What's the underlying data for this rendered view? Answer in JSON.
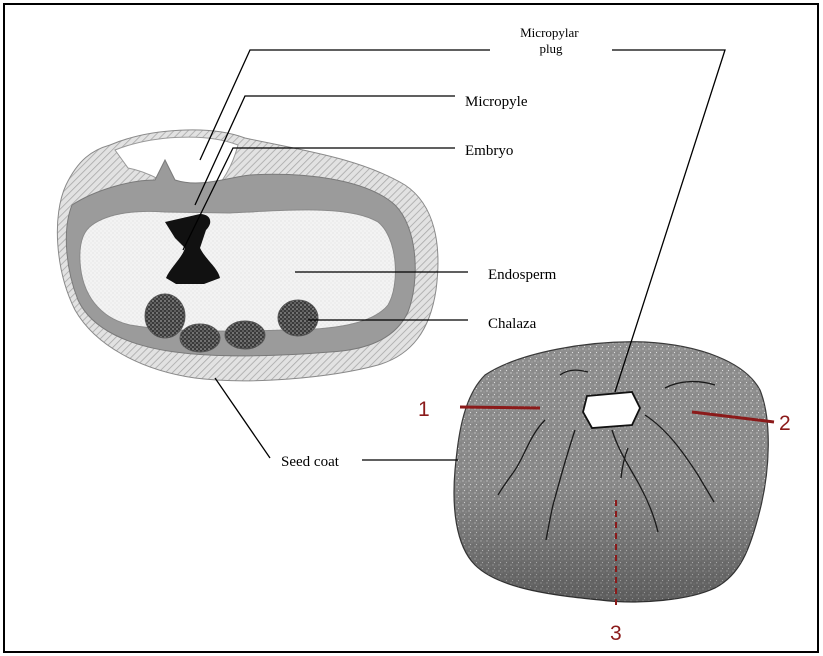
{
  "labels": {
    "micropylar_plug_line1": "Micropylar",
    "micropylar_plug_line2": "plug",
    "micropyle": "Micropyle",
    "embryo": "Embryo",
    "endosperm": "Endosperm",
    "chalaza": "Chalaza",
    "seed_coat": "Seed coat"
  },
  "cut_markers": [
    "1",
    "2",
    "3"
  ],
  "colors": {
    "marker": "#8b1a1a",
    "seed_coat": "#d2d2d2",
    "endosperm": "#efefef",
    "band": "#9a9a9a",
    "embryo": "#111111",
    "seed_body": "#8c8c8c"
  }
}
